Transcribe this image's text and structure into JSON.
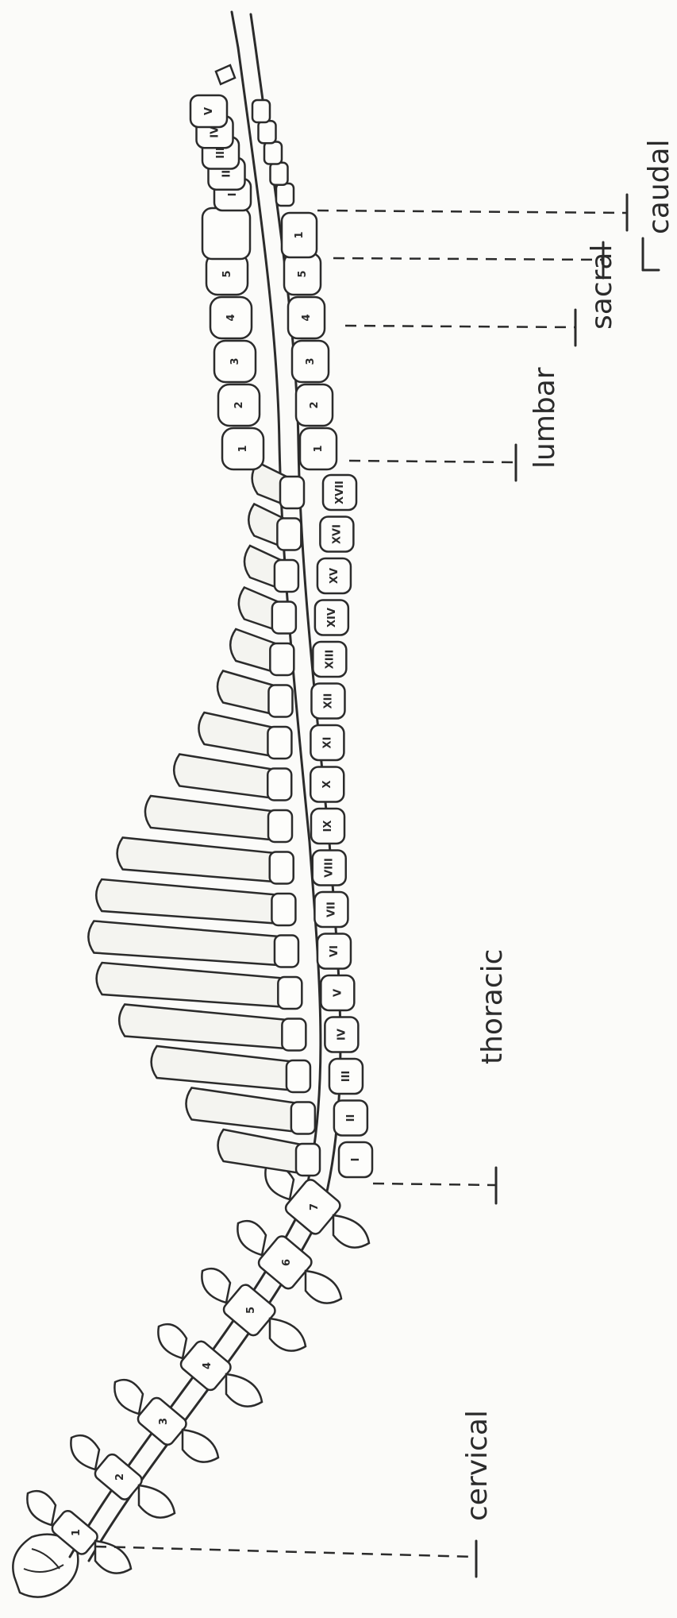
{
  "regions": {
    "cervical": "cervical",
    "thoracic": "thoracic",
    "lumbar": "lumbar",
    "sacral": "sacral",
    "caudal": "caudal"
  },
  "cervical_numbers": [
    "1",
    "2",
    "3",
    "4",
    "5",
    "6",
    "7"
  ],
  "thoracic_numbers": [
    "I",
    "II",
    "III",
    "IV",
    "V",
    "VI",
    "VII",
    "VIII",
    "IX",
    "X",
    "XI",
    "XII",
    "XIII",
    "XIV",
    "XV",
    "XVI",
    "XVII"
  ],
  "lumbar_numbers": [
    "1",
    "2",
    "3",
    "4",
    "5"
  ],
  "sacral_numbers": [
    "1"
  ],
  "caudal_numbers": [
    "I",
    "II",
    "III",
    "IV",
    "V"
  ]
}
